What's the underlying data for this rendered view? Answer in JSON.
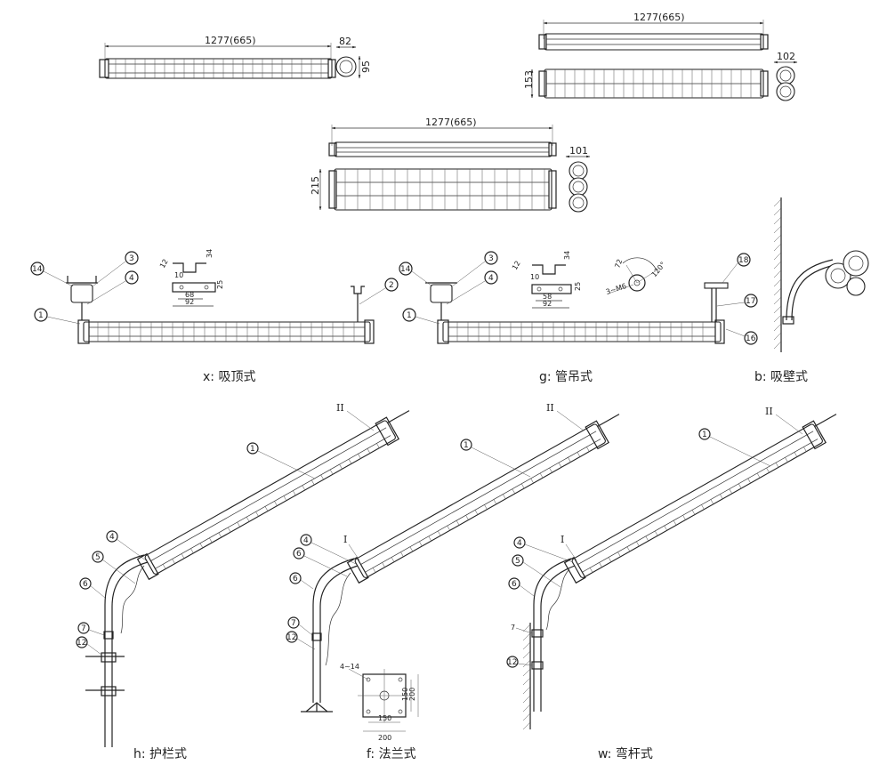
{
  "top_views": [
    {
      "length": "1277(665)",
      "width": "82",
      "height": "95"
    },
    {
      "length": "1277(665)",
      "height": "153",
      "width": "102"
    },
    {
      "length": "1277(665)",
      "height": "215",
      "width": "101"
    }
  ],
  "details": {
    "bracket_x": {
      "h": "34",
      "d1": "12",
      "d2": "10",
      "w1": "68",
      "w2": "92",
      "t": "25"
    },
    "bracket_g": {
      "h": "34",
      "d1": "12",
      "d2": "10",
      "w1": "58",
      "w2": "92",
      "t": "25"
    },
    "flange_g": {
      "r": "72",
      "angle": "120°",
      "holes": "3~M6"
    },
    "flange_f": {
      "holes": "4~14",
      "s1": "150",
      "s2": "200"
    }
  },
  "callouts": {
    "c1": "1",
    "c2": "2",
    "c3": "3",
    "c4": "4",
    "c5": "5",
    "c6": "6",
    "c7": "7",
    "c12": "12",
    "c14": "14",
    "c16": "16",
    "c17": "17",
    "c18": "18",
    "rI": "I",
    "rII": "II"
  },
  "captions": {
    "x": "x: 吸顶式",
    "g": "g: 管吊式",
    "b": "b: 吸壁式",
    "h": "h: 护栏式",
    "f": "f: 法兰式",
    "w": "w: 弯杆式"
  }
}
